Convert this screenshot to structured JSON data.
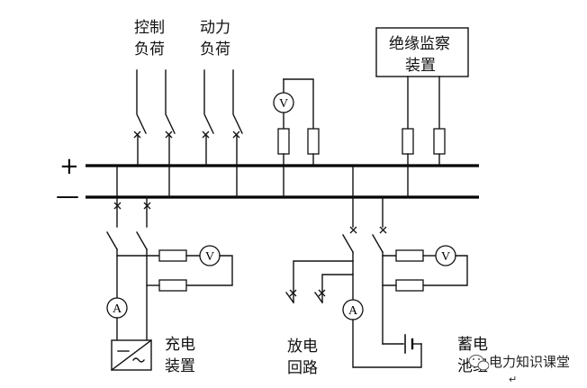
{
  "labels": {
    "control_load_1": "控制",
    "control_load_2": "负荷",
    "power_load_1": "动力",
    "power_load_2": "负荷",
    "insulation_monitor_1": "绝缘监察",
    "insulation_monitor_2": "装置",
    "charger_1": "充电",
    "charger_2": "装置",
    "discharge_1": "放电",
    "discharge_2": "回路",
    "battery_1": "蓄电",
    "battery_2": "池组"
  },
  "bus": {
    "positive": "+",
    "negative": "—"
  },
  "meters": {
    "voltmeter": "V",
    "ammeter": "A"
  },
  "watermark": {
    "text": "电力知识课堂",
    "return_mark": "↵"
  }
}
